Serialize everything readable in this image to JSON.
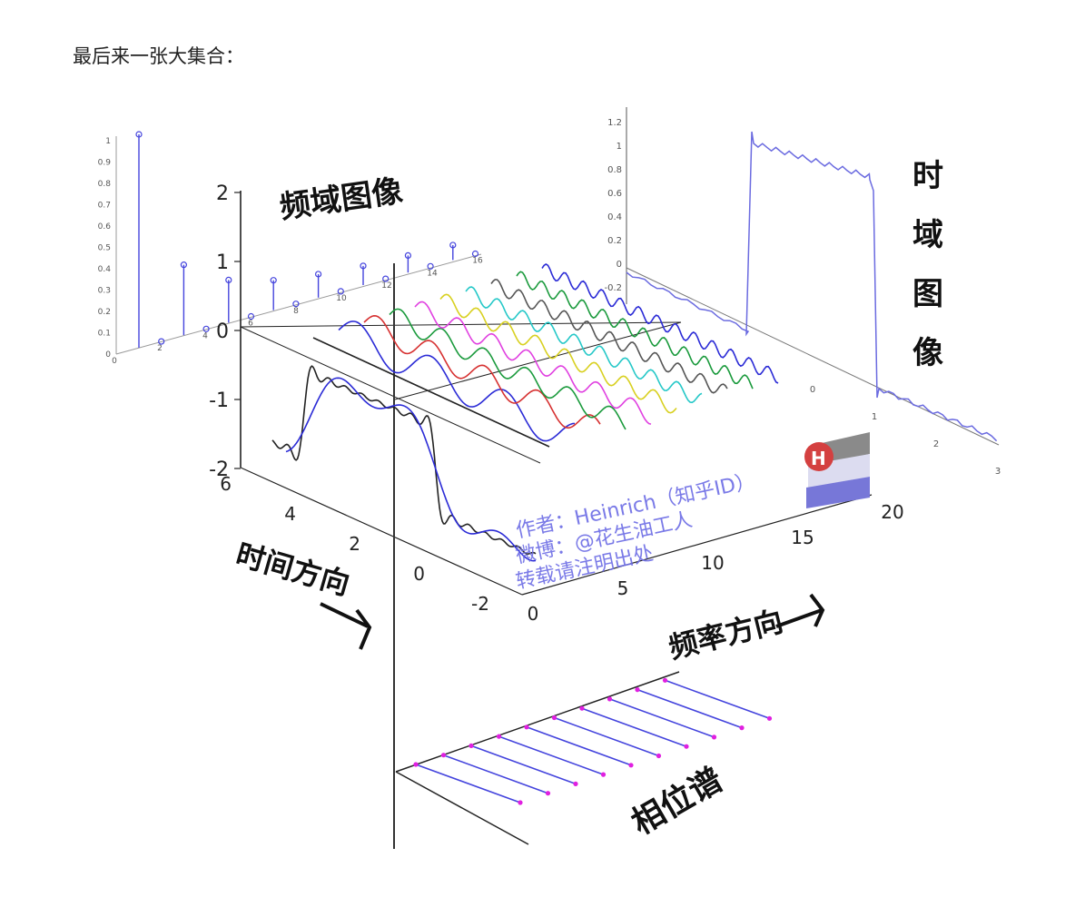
{
  "intro_text": "最后来一张大集合：",
  "labels": {
    "freq_image": "频域图像",
    "time_image": [
      "时",
      "域",
      "图",
      "像"
    ],
    "time_direction": "时间方向",
    "freq_direction": "频率方向",
    "phase_spectrum": "相位谱"
  },
  "watermark": {
    "author": "作者：Heinrich（知乎ID）",
    "weibo": "微博：@花生油工人",
    "repost": "转载请注明出处",
    "logo_letter": "H"
  },
  "axes": {
    "z_ticks": [
      "2",
      "1",
      "0",
      "-1",
      "-2"
    ],
    "time_ticks": [
      "6",
      "4",
      "2",
      "0",
      "-2"
    ],
    "freq_ticks": [
      "0",
      "5",
      "10",
      "15",
      "20"
    ],
    "stem_y_ticks": [
      "1",
      "0.9",
      "0.8",
      "0.7",
      "0.6",
      "0.5",
      "0.4",
      "0.3",
      "0.2",
      "0.1",
      "0"
    ],
    "stem_x_ticks": [
      "0",
      "2",
      "4",
      "6",
      "8",
      "10",
      "12",
      "14",
      "16"
    ],
    "timedomain_y_ticks": [
      "1.2",
      "1",
      "0.8",
      "0.6",
      "0.4",
      "0.2",
      "0",
      "-0.2"
    ],
    "timedomain_x_ticks": [
      "0",
      "1",
      "2",
      "3"
    ]
  },
  "colors": {
    "axis": "#222222",
    "stem": "#4444dd",
    "wave_colors": [
      "#222222",
      "#2b2bd6",
      "#d63030",
      "#1a9a3c",
      "#e040e0",
      "#d8d020",
      "#25c8c8",
      "#555555",
      "#1a9a3c",
      "#2b2bd6"
    ],
    "phase_line": "#4444dd",
    "phase_dot": "#e020e0",
    "watermark": "#6f6fe6"
  }
}
